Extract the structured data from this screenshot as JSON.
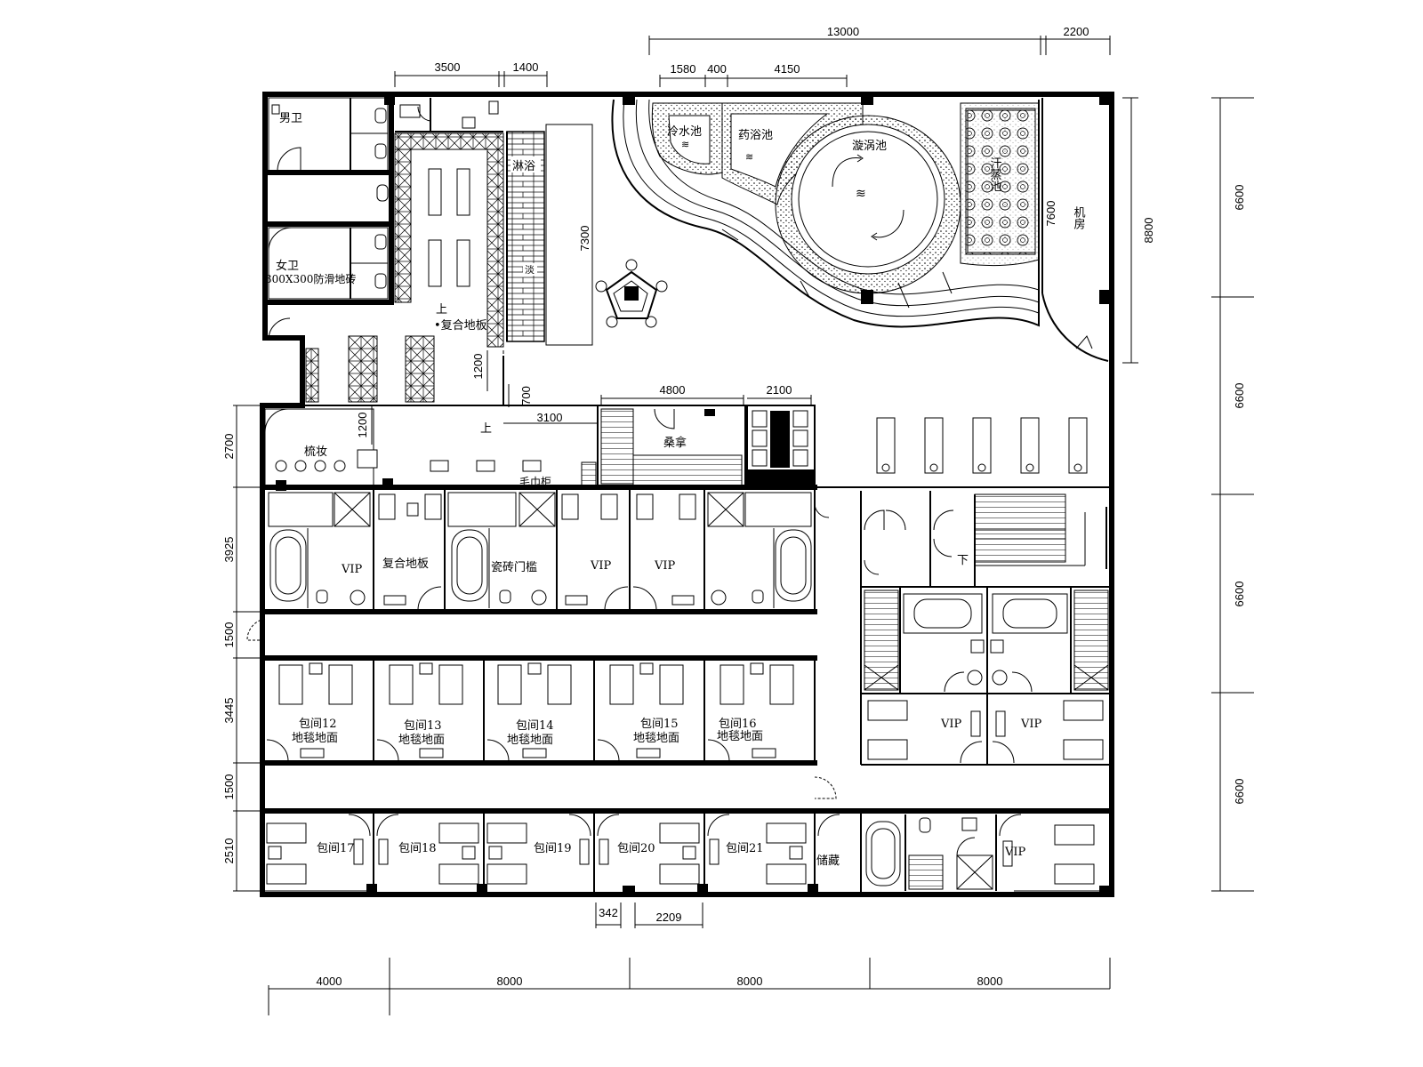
{
  "dims": {
    "top": [
      "13000",
      "2200",
      "3500",
      "1400",
      "1580",
      "400",
      "4150"
    ],
    "bottom": [
      "4000",
      "8000",
      "8000",
      "8000"
    ],
    "right": [
      "6600",
      "6600",
      "6600",
      "6600"
    ],
    "right_inner": [
      "8800",
      "7600"
    ],
    "left": [
      "2700",
      "3925",
      "1500",
      "3445",
      "1500",
      "2510"
    ],
    "inner": [
      "7300",
      "1200",
      "700",
      "3100",
      "1200",
      "4800",
      "2100",
      "342",
      "2209"
    ]
  },
  "rooms": {
    "men_wc": "男卫",
    "women_wc": "女卫",
    "women_floor": "300X300防滑地砖",
    "shower": "淋浴",
    "shower_mark": "淡",
    "composite_floor_1": "•复合地板",
    "composite_floor_2": "复合地板",
    "cold_pool": "冷水池",
    "herb_pool": "药浴池",
    "whirl_pool": "漩涡池",
    "steam_pool": "汗蒸池",
    "machine_room": "机房",
    "makeup": "梳妆",
    "sauna": "桑拿",
    "towel_rack": "毛巾柜",
    "ceramic_floor": "瓷砖门槛",
    "vip": "VIP",
    "storage": "储藏",
    "stair_down": "下",
    "up_mark": "上",
    "private_12": "包间12",
    "private_13": "包间13",
    "private_14": "包间14",
    "private_15": "包间15",
    "private_16": "包间16",
    "private_17": "包间17",
    "private_18": "包间18",
    "private_19": "包间19",
    "private_20": "包间20",
    "private_21": "包间21",
    "carpet": "地毯地面"
  }
}
